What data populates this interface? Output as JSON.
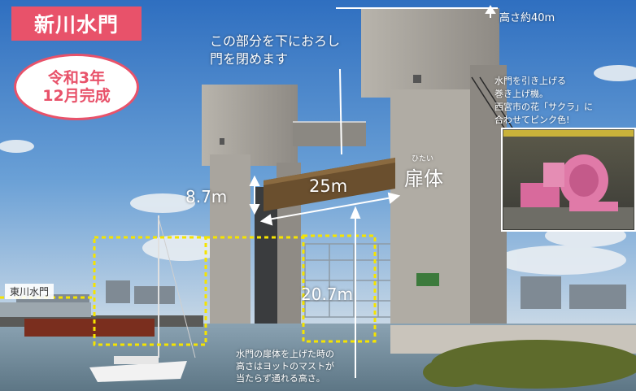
{
  "title": "新川水門",
  "completion": {
    "line1": "令和3年",
    "line2": "12月完成"
  },
  "labels": {
    "lower_gate_line1": "この部分を下におろし",
    "lower_gate_line2": "門を閉めます",
    "height": "高さ約40m",
    "hoist_line1": "水門を引き上げる",
    "hoist_line2": "巻き上げ機。",
    "hoist_line3": "西宮市の花「サクラ」に",
    "hoist_line4": "合わせてピンク色!",
    "gate_ruby": "ひたい",
    "gate": "扉体",
    "width": "25m",
    "gate_height": "8.7m",
    "clearance": "20.7m",
    "east_gate": "東川水門",
    "mast_line1": "水門の扉体を上げた時の",
    "mast_line2": "高さはヨットのマストが",
    "mast_line3": "当たらず通れる高さ。"
  },
  "colors": {
    "accent": "#e8526a",
    "dotted_frame": "#f5e400",
    "hoist_pink": "#e07aa8"
  }
}
